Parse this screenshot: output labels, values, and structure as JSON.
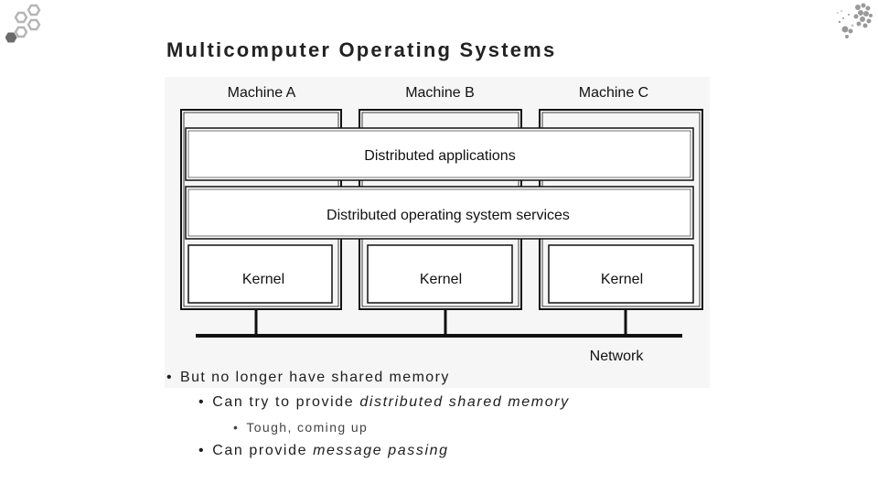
{
  "slide": {
    "title": "Multicomputer Operating Systems"
  },
  "diagram": {
    "machines": [
      "Machine A",
      "Machine B",
      "Machine C"
    ],
    "layers": {
      "applications": "Distributed applications",
      "services": "Distributed operating system services"
    },
    "kernel_label": "Kernel",
    "network_label": "Network"
  },
  "bullets": {
    "b1": "But no longer have shared memory",
    "b2_prefix": "Can try to provide ",
    "b2_emphasis": "distributed shared memory",
    "b3": "Tough, coming up",
    "b4_prefix": "Can provide ",
    "b4_emphasis": "message passing",
    "marker": "•"
  },
  "decor": {
    "logo_icon": "hexagon-cluster-icon",
    "corner_icon": "dotted-sphere-icon",
    "hex_color": "#b5b5b5",
    "hex_dark": "#6b6b6b"
  }
}
